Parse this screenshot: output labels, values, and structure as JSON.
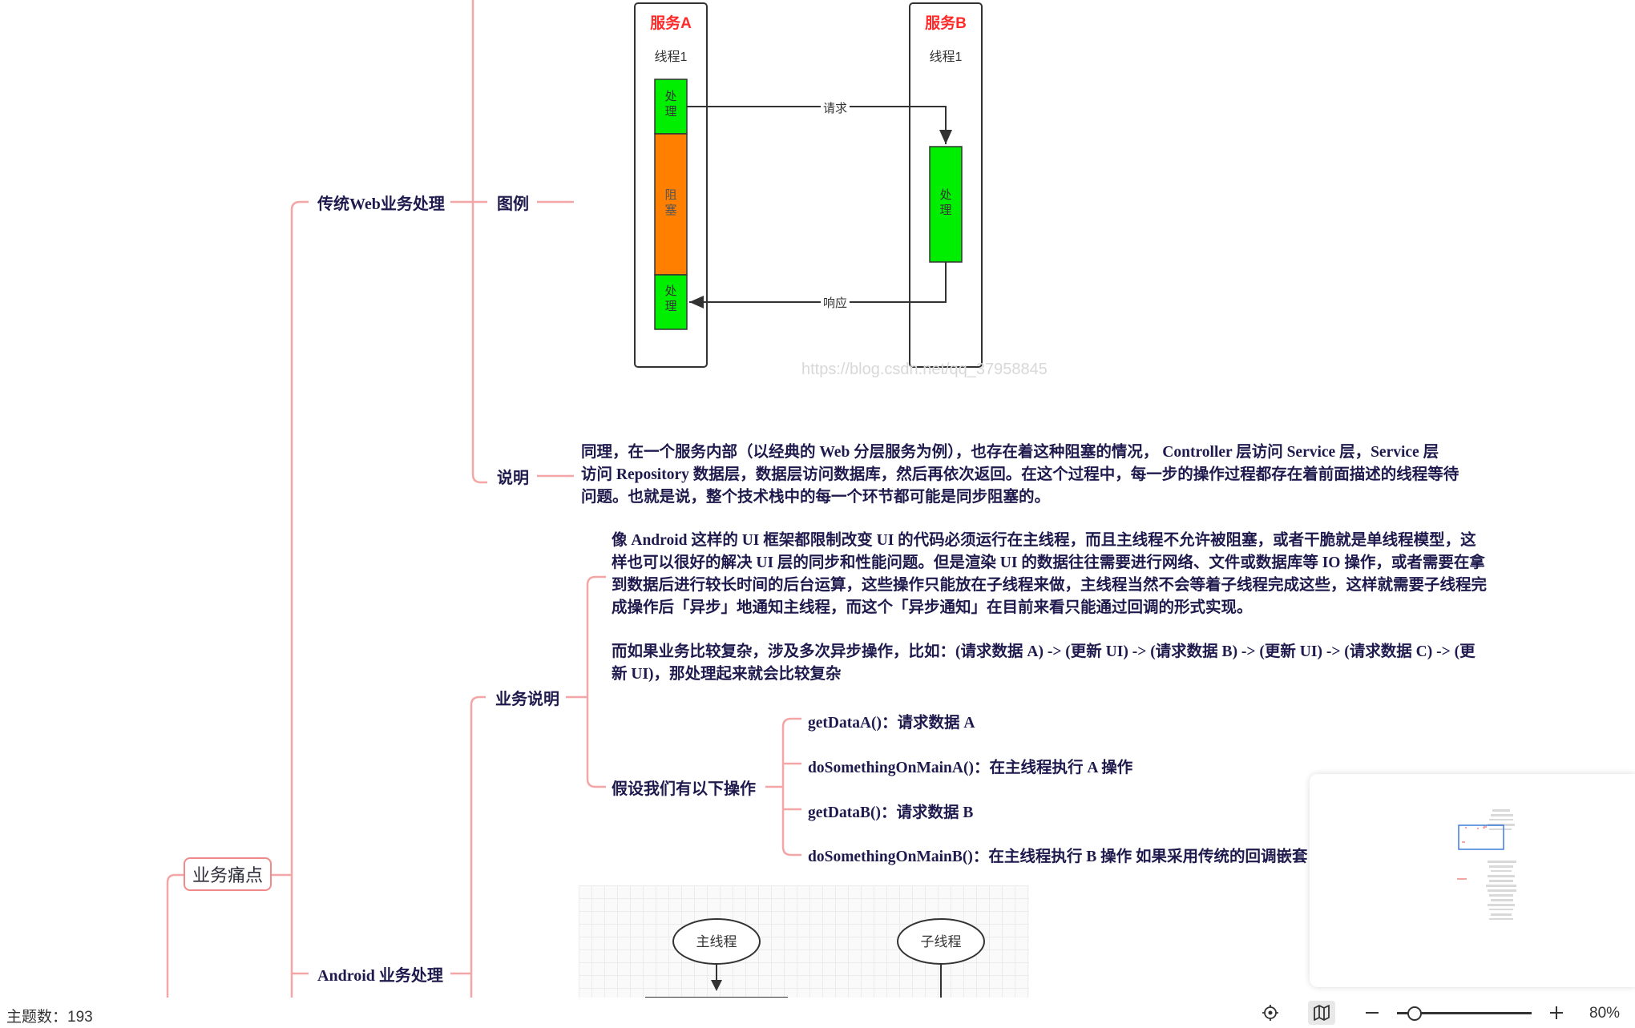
{
  "mindmap": {
    "root": "业务痛点",
    "traditional": {
      "label": "传统Web业务处理",
      "legend_label": "图例",
      "desc_label": "说明",
      "desc_lines": [
        "同理，在一个服务内部（以经典的 Web 分层服务为例），也存在着这种阻塞的情况， Controller 层访问 Service 层，Service 层",
        "访问 Repository 数据层，数据层访问数据库，然后再依次返回。在这个过程中，每一步的操作过程都存在着前面描述的线程等待",
        "问题。也就是说，整个技术栈中的每一个环节都可能是同步阻塞的。"
      ]
    },
    "android": {
      "label": "Android 业务处理",
      "biz_label": "业务说明",
      "para1_lines": [
        "像 Android 这样的 UI 框架都限制改变 UI 的代码必须运行在主线程，而且主线程不允许被阻塞，或者干脆就是单线程模型，这",
        "样也可以很好的解决 UI 层的同步和性能问题。但是渲染 UI 的数据往往需要进行网络、文件或数据库等 IO 操作，或者需要在拿",
        "到数据后进行较长时间的后台运算，这些操作只能放在子线程来做，主线程当然不会等着子线程完成这些，这样就需要子线程完",
        "成操作后「异步」地通知主线程，而这个「异步通知」在目前来看只能通过回调的形式实现。"
      ],
      "para2_lines": [
        "而如果业务比较复杂，涉及多次异步操作，比如：(请求数据 A) -> (更新 UI) -> (请求数据 B) -> (更新 UI) -> (请求数据 C) -> (更",
        "新 UI)，那处理起来就会比较复杂"
      ],
      "ops_label": "假设我们有以下操作",
      "ops": [
        "getDataA()：请求数据 A",
        "doSomethingOnMainA()：在主线程执行 A 操作",
        "getDataB()：请求数据 B",
        "doSomethingOnMainB()：在主线程执行 B 操作 如果采用传统的回调嵌套"
      ]
    }
  },
  "diagram1": {
    "service_a": "服务A",
    "service_b": "服务B",
    "thread_a": "线程1",
    "thread_b": "线程1",
    "process": "处理",
    "block": "阻塞",
    "request": "请求",
    "response": "响应",
    "watermark": "https://blog.csdn.net/qq_37958845",
    "colors": {
      "title": "#ff2a2a",
      "process": "#00ee00",
      "block": "#ff7f00"
    }
  },
  "diagram2": {
    "main_thread": "主线程",
    "sub_thread": "子线程"
  },
  "colors": {
    "link": "#f4a6a6",
    "text": "#1e1a4d"
  },
  "statusbar": {
    "topic_count": "主题数：193",
    "zoom": "80%",
    "zoom_fraction": 0.12,
    "icons": [
      "locate-icon",
      "map-icon",
      "zoom-out-icon",
      "zoom-slider",
      "zoom-in-icon"
    ]
  }
}
